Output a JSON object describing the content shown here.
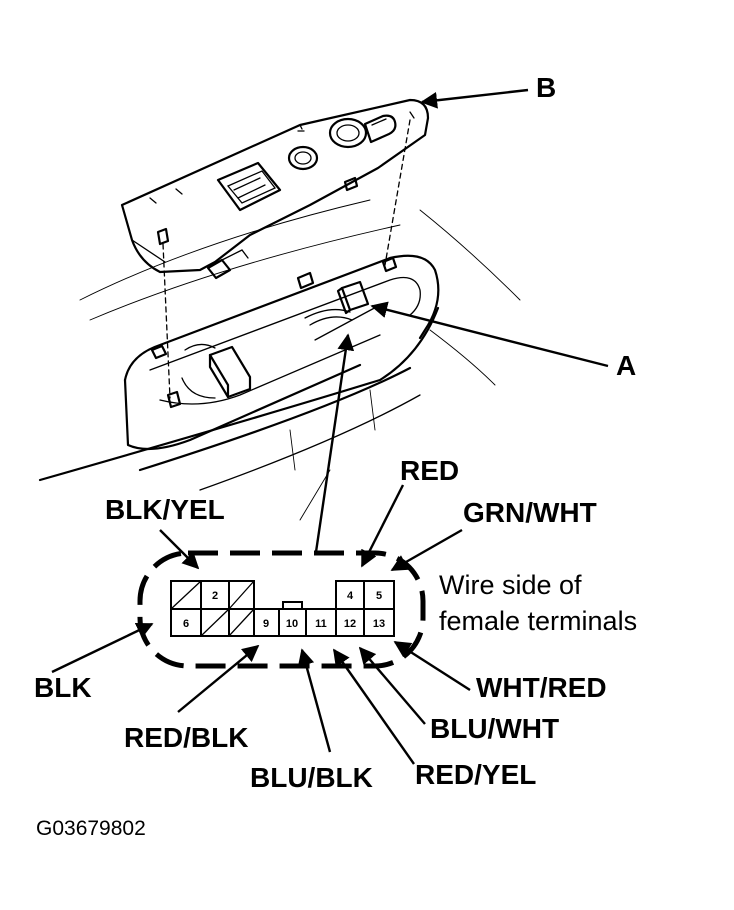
{
  "callouts": {
    "a": "A",
    "b": "B"
  },
  "note": {
    "line1": "Wire side of",
    "line2": "female terminals"
  },
  "wires": {
    "blk_yel": "BLK/YEL",
    "red": "RED",
    "grn_wht": "GRN/WHT",
    "blk": "BLK",
    "wht_red": "WHT/RED",
    "red_blk": "RED/BLK",
    "blu_wht": "BLU/WHT",
    "blu_blk": "BLU/BLK",
    "red_yel": "RED/YEL"
  },
  "connector": {
    "pins": {
      "p2": "2",
      "p4": "4",
      "p5": "5",
      "p6": "6",
      "p9": "9",
      "p10": "10",
      "p11": "11",
      "p12": "12",
      "p13": "13"
    }
  },
  "figure_code": "G03679802"
}
